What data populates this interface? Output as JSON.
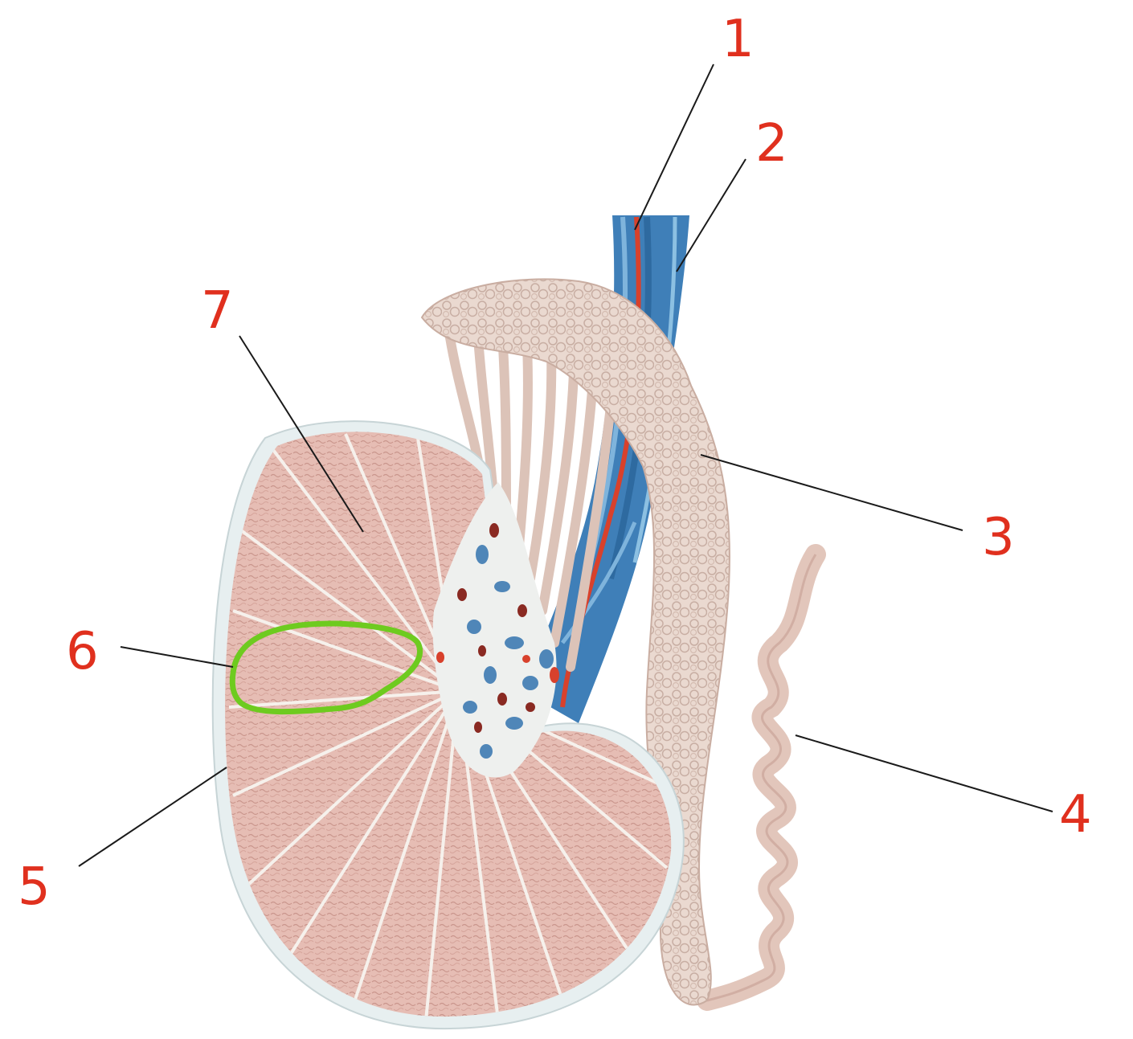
{
  "colors": {
    "label": "#e0301e",
    "highlight": "#6ecb1f",
    "tissue": "#e8c3bb",
    "septa": "#f4efea",
    "capsule": "#e6eeef",
    "vein": "#3f7fb8",
    "artery": "#d8412c",
    "epididymis": "#e8d6cc"
  },
  "labels": [
    {
      "id": "1",
      "text": "1"
    },
    {
      "id": "2",
      "text": "2"
    },
    {
      "id": "3",
      "text": "3"
    },
    {
      "id": "4",
      "text": "4"
    },
    {
      "id": "5",
      "text": "5"
    },
    {
      "id": "6",
      "text": "6"
    },
    {
      "id": "7",
      "text": "7"
    }
  ]
}
